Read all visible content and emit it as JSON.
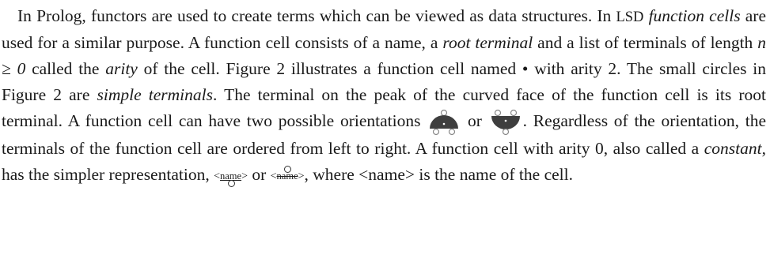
{
  "paragraph": {
    "s1": "In Prolog, functors are used to create terms which can be viewed as data structures. In ",
    "lsd": "LSD",
    "s2": " ",
    "function_cells": "function cells",
    "s3": " are used for a similar purpose. A function cell consists of a name, a ",
    "root_terminal": "root terminal",
    "s4": " and a list of terminals of length ",
    "n_expr": "n ≥ 0",
    "s5": " called the ",
    "arity": "arity",
    "s6": " of the cell. Figure 2 illustrates a function cell named • with arity 2. The small circles in Figure 2 are ",
    "simple_terminals": "simple terminals",
    "s7": ". The terminal on the peak of the curved face of the function cell is its root terminal. A function cell can have two possible orientations ",
    "or1": " or ",
    "s8": ". Regardless of the orientation, the terminals of the function cell are ordered from left to right. A function cell with arity 0, also called a ",
    "constant": "constant",
    "s9": ", has the simpler representation, ",
    "const_up_name": "name",
    "or2": " or ",
    "const_down_name": "name",
    "s10": ", where <name> is the name of the cell.",
    "lt": "<",
    "gt": ">"
  },
  "icons": {
    "orientation_up": "function-cell-dome-up-icon",
    "orientation_down": "function-cell-bowl-down-icon",
    "fill_color": "#3e3e3e",
    "terminal_color": "#888888"
  }
}
